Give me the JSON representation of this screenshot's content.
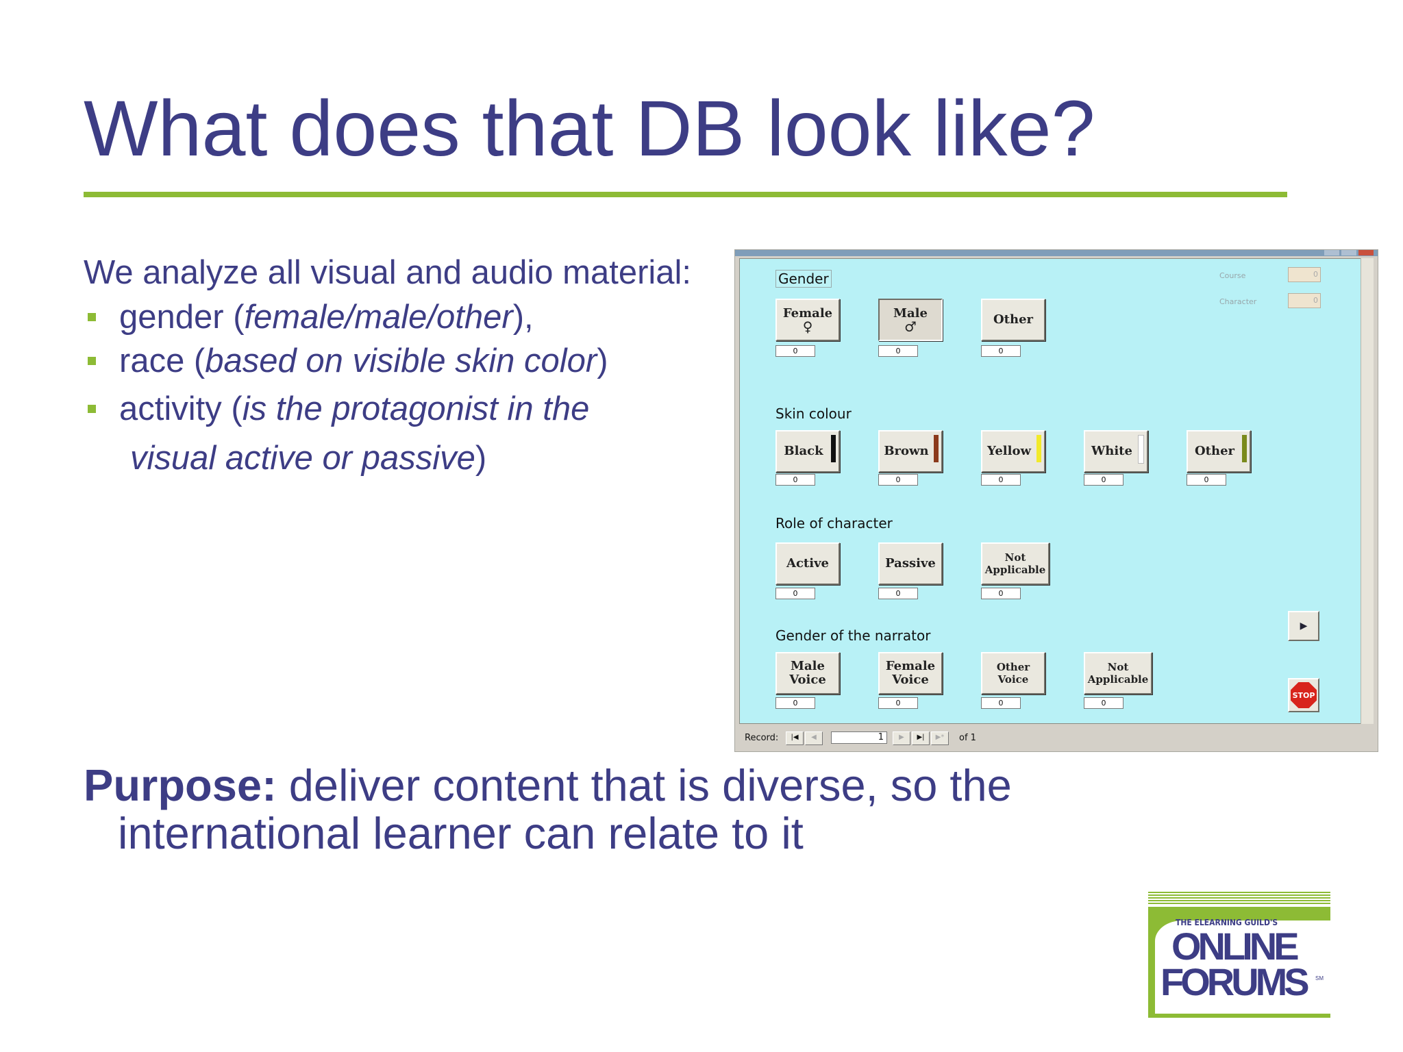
{
  "slide": {
    "title": "What does that DB look like?",
    "intro": "We analyze all visual and audio material:",
    "bullets": [
      {
        "plain": "gender (",
        "italic": "female/male/other",
        "end": "),"
      },
      {
        "plain": "race (",
        "italic": "based on visible skin color",
        "end": ")"
      },
      {
        "plain": "activity (",
        "italic": "is the protagonist in the",
        "cont_italic": "visual active or passive",
        "end": ")"
      }
    ],
    "purpose": {
      "label": "Purpose:",
      "line1": " deliver content that is diverse, so the",
      "line2": "international learner can relate to it"
    }
  },
  "db_form": {
    "sections": {
      "gender": "Gender",
      "skin": "Skin colour",
      "role": "Role of character",
      "narrator": "Gender of the narrator"
    },
    "gender_buttons": [
      {
        "label": "Female",
        "symbol": "♀",
        "count": "0"
      },
      {
        "label": "Male",
        "symbol": "♂",
        "count": "0"
      },
      {
        "label": "Other",
        "count": "0"
      }
    ],
    "skin_buttons": [
      {
        "label": "Black",
        "color": "#111111",
        "count": "0"
      },
      {
        "label": "Brown",
        "color": "#8b3a1c",
        "count": "0"
      },
      {
        "label": "Yellow",
        "color": "#f2ea2a",
        "count": "0"
      },
      {
        "label": "White",
        "color": "#ffffff",
        "count": "0"
      },
      {
        "label": "Other",
        "color": "#7a8a1c",
        "count": "0"
      }
    ],
    "role_buttons": [
      {
        "label": "Active",
        "count": "0"
      },
      {
        "label": "Passive",
        "count": "0"
      },
      {
        "label1": "Not",
        "label2": "Applicable",
        "count": "0"
      }
    ],
    "narrator_buttons": [
      {
        "label1": "Male",
        "label2": "Voice",
        "count": "0"
      },
      {
        "label1": "Female",
        "label2": "Voice",
        "count": "0"
      },
      {
        "label1": "Other",
        "label2": "Voice",
        "count": "0"
      },
      {
        "label1": "Not",
        "label2": "Applicable",
        "count": "0"
      }
    ],
    "course_label": "Course",
    "course_value": "0",
    "character_label": "Character",
    "character_value": "0",
    "stop_label": "STOP",
    "record_label": "Record:",
    "record_value": "1",
    "record_of": "of  1"
  },
  "logo": {
    "small": "THE ELEARNING GUILD'S",
    "line1": "ONLINE",
    "line2": "FORUMS",
    "mark": "SM"
  },
  "colors": {
    "title": "#3d3d85",
    "accent_green": "#8dbb35",
    "form_bg": "#b8f1f6"
  }
}
